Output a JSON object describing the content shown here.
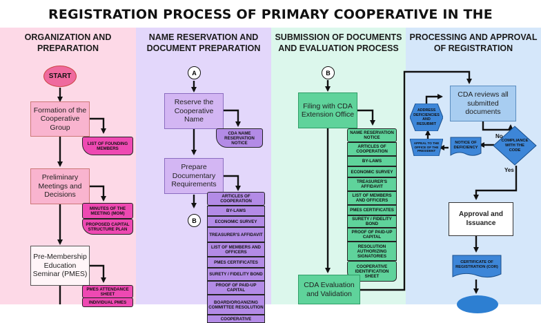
{
  "title": "REGISTRATION PROCESS OF PRIMARY COOPERATIVE  IN THE PHILIPPINES",
  "lanes": [
    {
      "line1": "ORGANIZATION AND",
      "line2": "PREPARATION"
    },
    {
      "line1": "NAME RESERVATION AND",
      "line2": "DOCUMENT PREPARATION"
    },
    {
      "line1": "SUBMISSION OF DOCUMENTS",
      "line2": "AND EVALUATION PROCESS"
    },
    {
      "line1": "PROCESSING AND APPROVAL",
      "line2": "OF REGISTRATION"
    }
  ],
  "lane1": {
    "start": "START",
    "step1": "Formation of the Cooperative Group",
    "doc1": "LIST OF FOUNDING MEMBERS",
    "step2": "Preliminary Meetings and Decisions",
    "doc2a": "MINUTES OF THE MEETING (MOM)",
    "doc2b": "PROPOSED CAPITAL STRUCTURE PLAN",
    "step3": "Pre-Membership Education Seminar (PMES)",
    "doc3a": "PMES ATTENDANCE SHEET",
    "doc3b": "INDIVIDUAL PMES"
  },
  "lane2": {
    "connector_a": "A",
    "step1": "Reserve the Cooperative Name",
    "doc1": "CDA NAME RESERVATION NOTICE",
    "step2": "Prepare Documentary Requirements",
    "connector_b": "B",
    "docs": [
      "ARTICLES OF COOPERATION",
      "BY-LAWS",
      "ECONOMIC SURVEY",
      "TREASURER'S AFFIDAVIT",
      "LIST OF MEMBERS AND OFFICERS",
      "PMES CERTIFICATES",
      "SURETY / FIDELITY BOND",
      "PROOF OF PAID-UP CAPITAL",
      "BOARD/ORGANIZING COMMITTEE RESOLUTION",
      "COOPERATIVE"
    ]
  },
  "lane3": {
    "connector_b": "B",
    "step1": "Filing with CDA Extension Office",
    "docs": [
      "NAME RESERVATION NOTICE",
      "ARTICLES OF COOPERATION",
      "BY-LAWS",
      "ECONOMIC SURVEY",
      "TREASURER'S AFFIDAVIT",
      "LIST OF MEMBERS AND OFFICERS",
      "PMES CERTIFICATES",
      "SURETY / FIDELITY BOND",
      "PROOF OF PAID-UP CAPITAL",
      "RESOLUTION AUTHORIZING SIGNATORIES",
      "COOPERATIVE IDENTIFICATION SHEET"
    ],
    "step2": "CDA Evaluation and Validation"
  },
  "lane4": {
    "step1": "CDA reviews all submitted documents",
    "address": "ADDRESS DEFICIENCIES AND RESUBMIT",
    "appeal": "APPEAL TO THE OFFICE OF THE PRESIDENT",
    "notice": "NOTICE OF DEFICIENCY",
    "decision": "COMPLIANCE WITH THE CODE",
    "no": "No",
    "yes": "Yes",
    "step2": "Approval and Issuance",
    "cert": "CERTIFICATE OF REGISTRATION (COR)"
  },
  "colors": {
    "lane1": "#fdd9e7",
    "lane2": "#e3d7fb",
    "lane3": "#dcf7ec",
    "lane4": "#d5e7fa",
    "pink_box": "#f9b4cf",
    "pink_doc": "#ee49b2",
    "start": "#ef6a9e",
    "violet_box": "#d3b6f3",
    "violet_doc": "#b38be6",
    "green_box": "#5fd39b",
    "green_doc": "#5fd39b",
    "blue_box": "#a8cdf1",
    "blue_dark": "#3d86d8",
    "blue_end": "#2d7fd2"
  }
}
